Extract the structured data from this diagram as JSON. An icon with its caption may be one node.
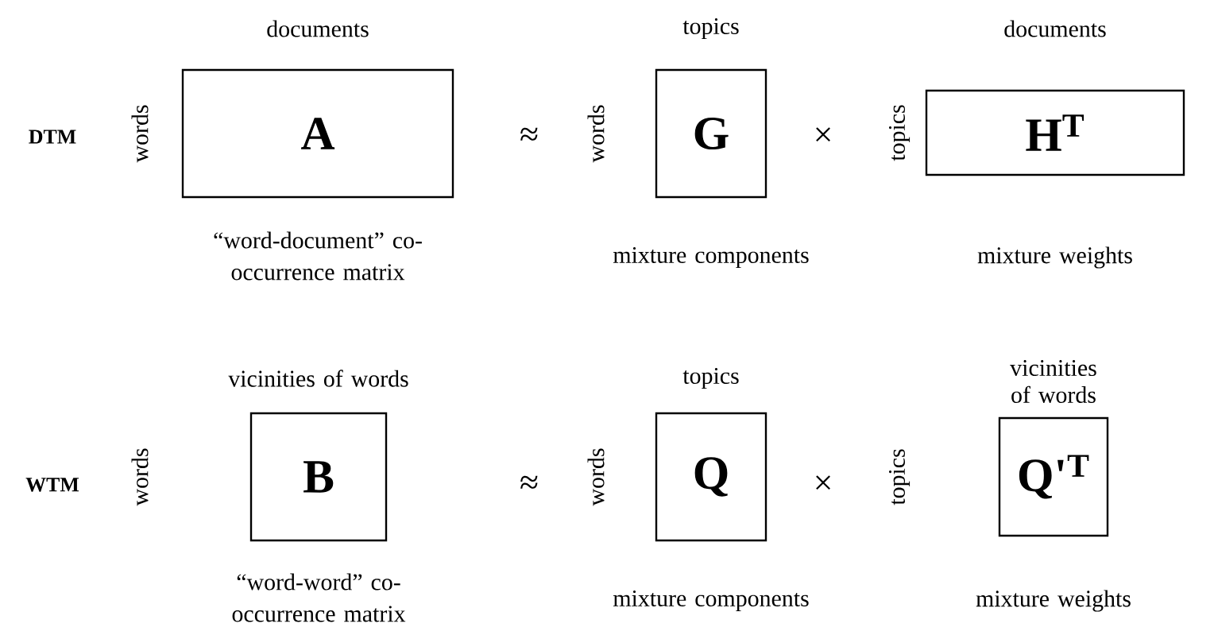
{
  "diagram": {
    "nodes": [
      {
        "text": [
          "documents",
          "A"
        ],
        "beside": [
          "words",
          "“word-document” co-occurrence matrix"
        ]
      },
      {
        "text": [
          "topics",
          "G"
        ],
        "beside": [
          "words",
          "mixture components"
        ]
      },
      {
        "text": [
          "documents",
          "H$^{T}$"
        ],
        "beside": [
          "topics",
          "mixture weights"
        ]
      },
      {
        "text": [
          "vicinities of words",
          "B"
        ],
        "beside": [
          "words",
          "“word-word” co-occurrence matrix"
        ]
      },
      {
        "text": [
          "topics",
          "Q"
        ],
        "beside": [
          "words",
          "mixture components"
        ]
      },
      {
        "text": [
          "vicinities of words",
          "Q'$^{T}$"
        ],
        "beside": [
          "topics",
          "mixture weights"
        ]
      }
    ],
    "labels": [
      "DTM",
      "≈",
      "×",
      "WTM",
      "≈",
      "×"
    ]
  }
}
